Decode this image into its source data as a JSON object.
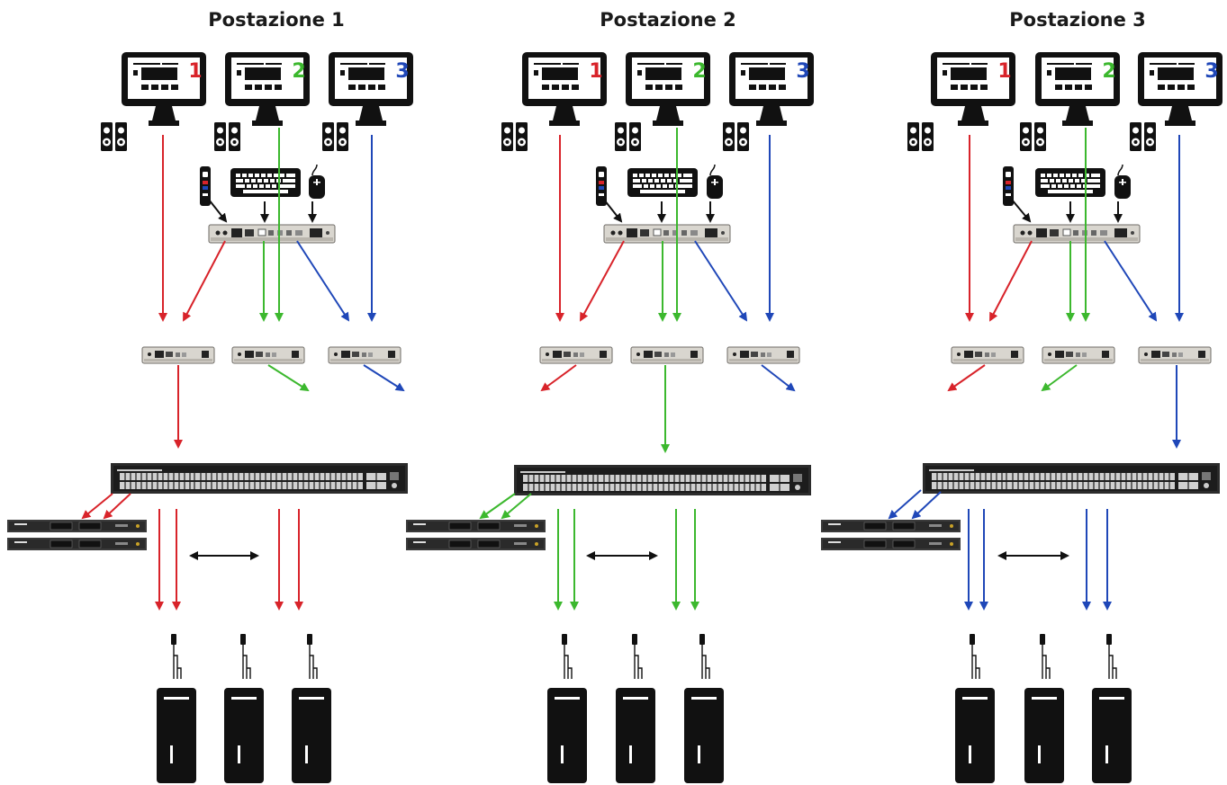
{
  "diagram": {
    "workstations": [
      {
        "title": "Postazione 1",
        "color": "#d8232a"
      },
      {
        "title": "Postazione 2",
        "color": "#3cb82e"
      },
      {
        "title": "Postazione 3",
        "color": "#1f47b8"
      }
    ],
    "monitor_labels": [
      "1",
      "2",
      "3"
    ],
    "monitor_label_colors": [
      "#d8232a",
      "#3cb82e",
      "#1f47b8"
    ],
    "icons": [
      "monitor-icon",
      "speaker-icon",
      "keyboard-icon",
      "mouse-icon",
      "presenter-remote-icon",
      "kvm-console-icon",
      "kvm-extender-icon",
      "network-switch-icon",
      "rack-server-icon",
      "computer-tower-icon",
      "usb-dongle-icon",
      "double-arrow-icon"
    ]
  }
}
